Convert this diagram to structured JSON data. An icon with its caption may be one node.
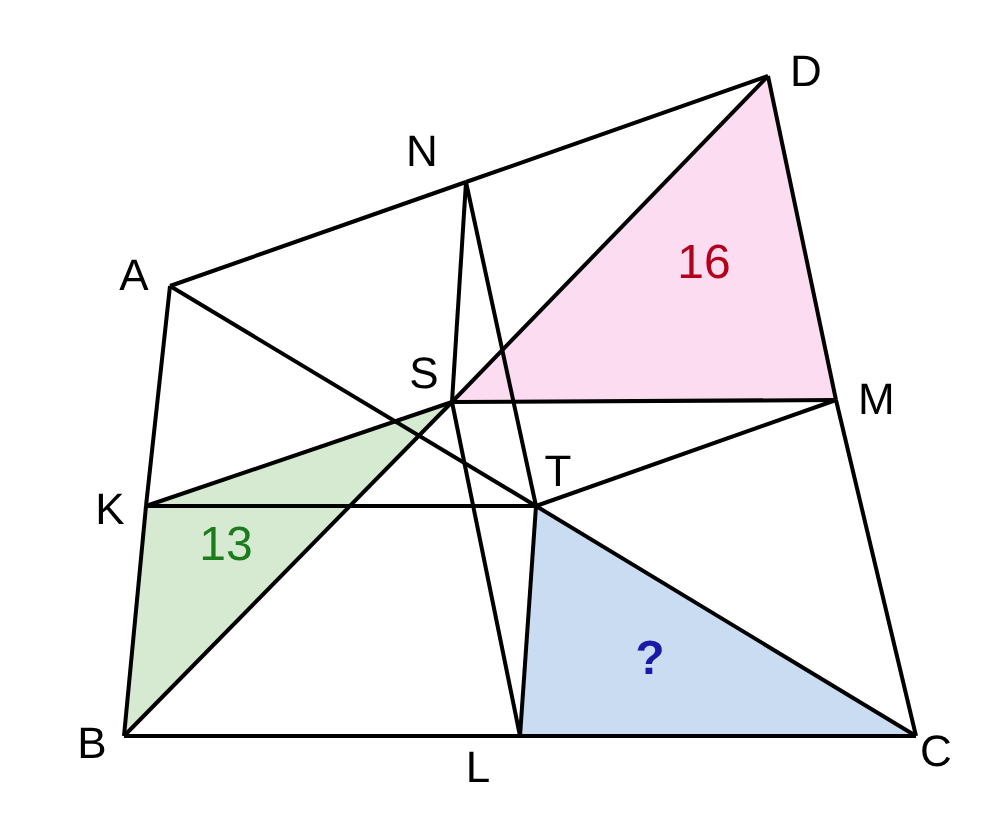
{
  "diagram": {
    "nodes": [
      {
        "text": [
          "D"
        ]
      },
      {
        "text": [
          "N"
        ]
      },
      {
        "text": [
          "A"
        ]
      },
      {
        "text": [
          "16"
        ]
      },
      {
        "text": [
          "S"
        ]
      },
      {
        "text": [
          "M"
        ]
      },
      {
        "text": [
          "K"
        ]
      },
      {
        "text": [
          "T"
        ]
      },
      {
        "text": [
          "13"
        ]
      },
      {
        "text": [
          "?"
        ]
      },
      {
        "text": [
          "B"
        ]
      },
      {
        "text": [
          "L"
        ]
      },
      {
        "text": [
          "C"
        ]
      }
    ],
    "edges": [
      {
        "from": 2,
        "to": 1,
        "arrow": "none"
      },
      {
        "from": 1,
        "to": 0,
        "arrow": "none"
      },
      {
        "from": 0,
        "to": 5,
        "arrow": "none"
      },
      {
        "from": 5,
        "to": 12,
        "arrow": "none"
      },
      {
        "from": 12,
        "to": 11,
        "arrow": "none"
      },
      {
        "from": 11,
        "to": 10,
        "arrow": "none"
      },
      {
        "from": 10,
        "to": 6,
        "arrow": "none"
      },
      {
        "from": 6,
        "to": 2,
        "arrow": "none"
      },
      {
        "from": 2,
        "to": 7,
        "arrow": "none"
      },
      {
        "from": 7,
        "to": 12,
        "arrow": "none"
      },
      {
        "from": 10,
        "to": 4,
        "arrow": "none"
      },
      {
        "from": 4,
        "to": 0,
        "arrow": "none"
      },
      {
        "from": 6,
        "to": 4,
        "arrow": "none"
      },
      {
        "from": 4,
        "to": 5,
        "arrow": "none"
      },
      {
        "from": 6,
        "to": 7,
        "arrow": "none"
      },
      {
        "from": 7,
        "to": 5,
        "arrow": "none"
      },
      {
        "from": 1,
        "to": 4,
        "arrow": "none"
      },
      {
        "from": 4,
        "to": 11,
        "arrow": "none"
      },
      {
        "from": 1,
        "to": 7,
        "arrow": "none"
      },
      {
        "from": 7,
        "to": 11,
        "arrow": "none"
      }
    ]
  }
}
